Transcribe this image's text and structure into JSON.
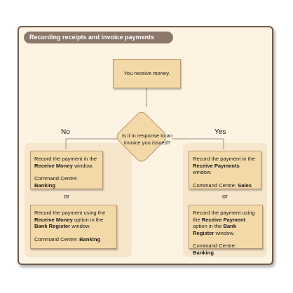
{
  "title": "Recording receipts and invoice payments",
  "start": "You receive money.",
  "decision": "Is it in response to an invoice you issued?",
  "branches": {
    "no": "No",
    "yes": "Yes"
  },
  "or_label": "or",
  "left": {
    "box1": {
      "prefix": "Record the payment in the ",
      "bold": "Receive Money",
      "suffix": " window.",
      "cc_label": "Command Centre: ",
      "cc_value": "Banking"
    },
    "box2": {
      "prefix": "Record the payment using the ",
      "bold1": "Receive Money",
      "mid": " option in the ",
      "bold2": "Bank Register",
      "suffix": " window.",
      "cc_label": "Command Centre: ",
      "cc_value": "Banking"
    }
  },
  "right": {
    "box1": {
      "prefix": "Record the payment in the ",
      "bold": "Receive Payments",
      "suffix": " window.",
      "cc_label": "Command Centre: ",
      "cc_value": "Sales"
    },
    "box2": {
      "prefix": "Record the payment using the ",
      "bold1": "Receive Payment",
      "mid": " option in the ",
      "bold2": "Bank Register",
      "suffix": " window.",
      "cc_label": "Command Centre: ",
      "cc_value": "Banking"
    }
  },
  "colors": {
    "box_fill": "#f3d9a7",
    "panel_fill": "#f6e6cb",
    "frame_fill": "#fdf3e2",
    "title_fill": "#8b786b",
    "border": "#6e5a4a"
  }
}
